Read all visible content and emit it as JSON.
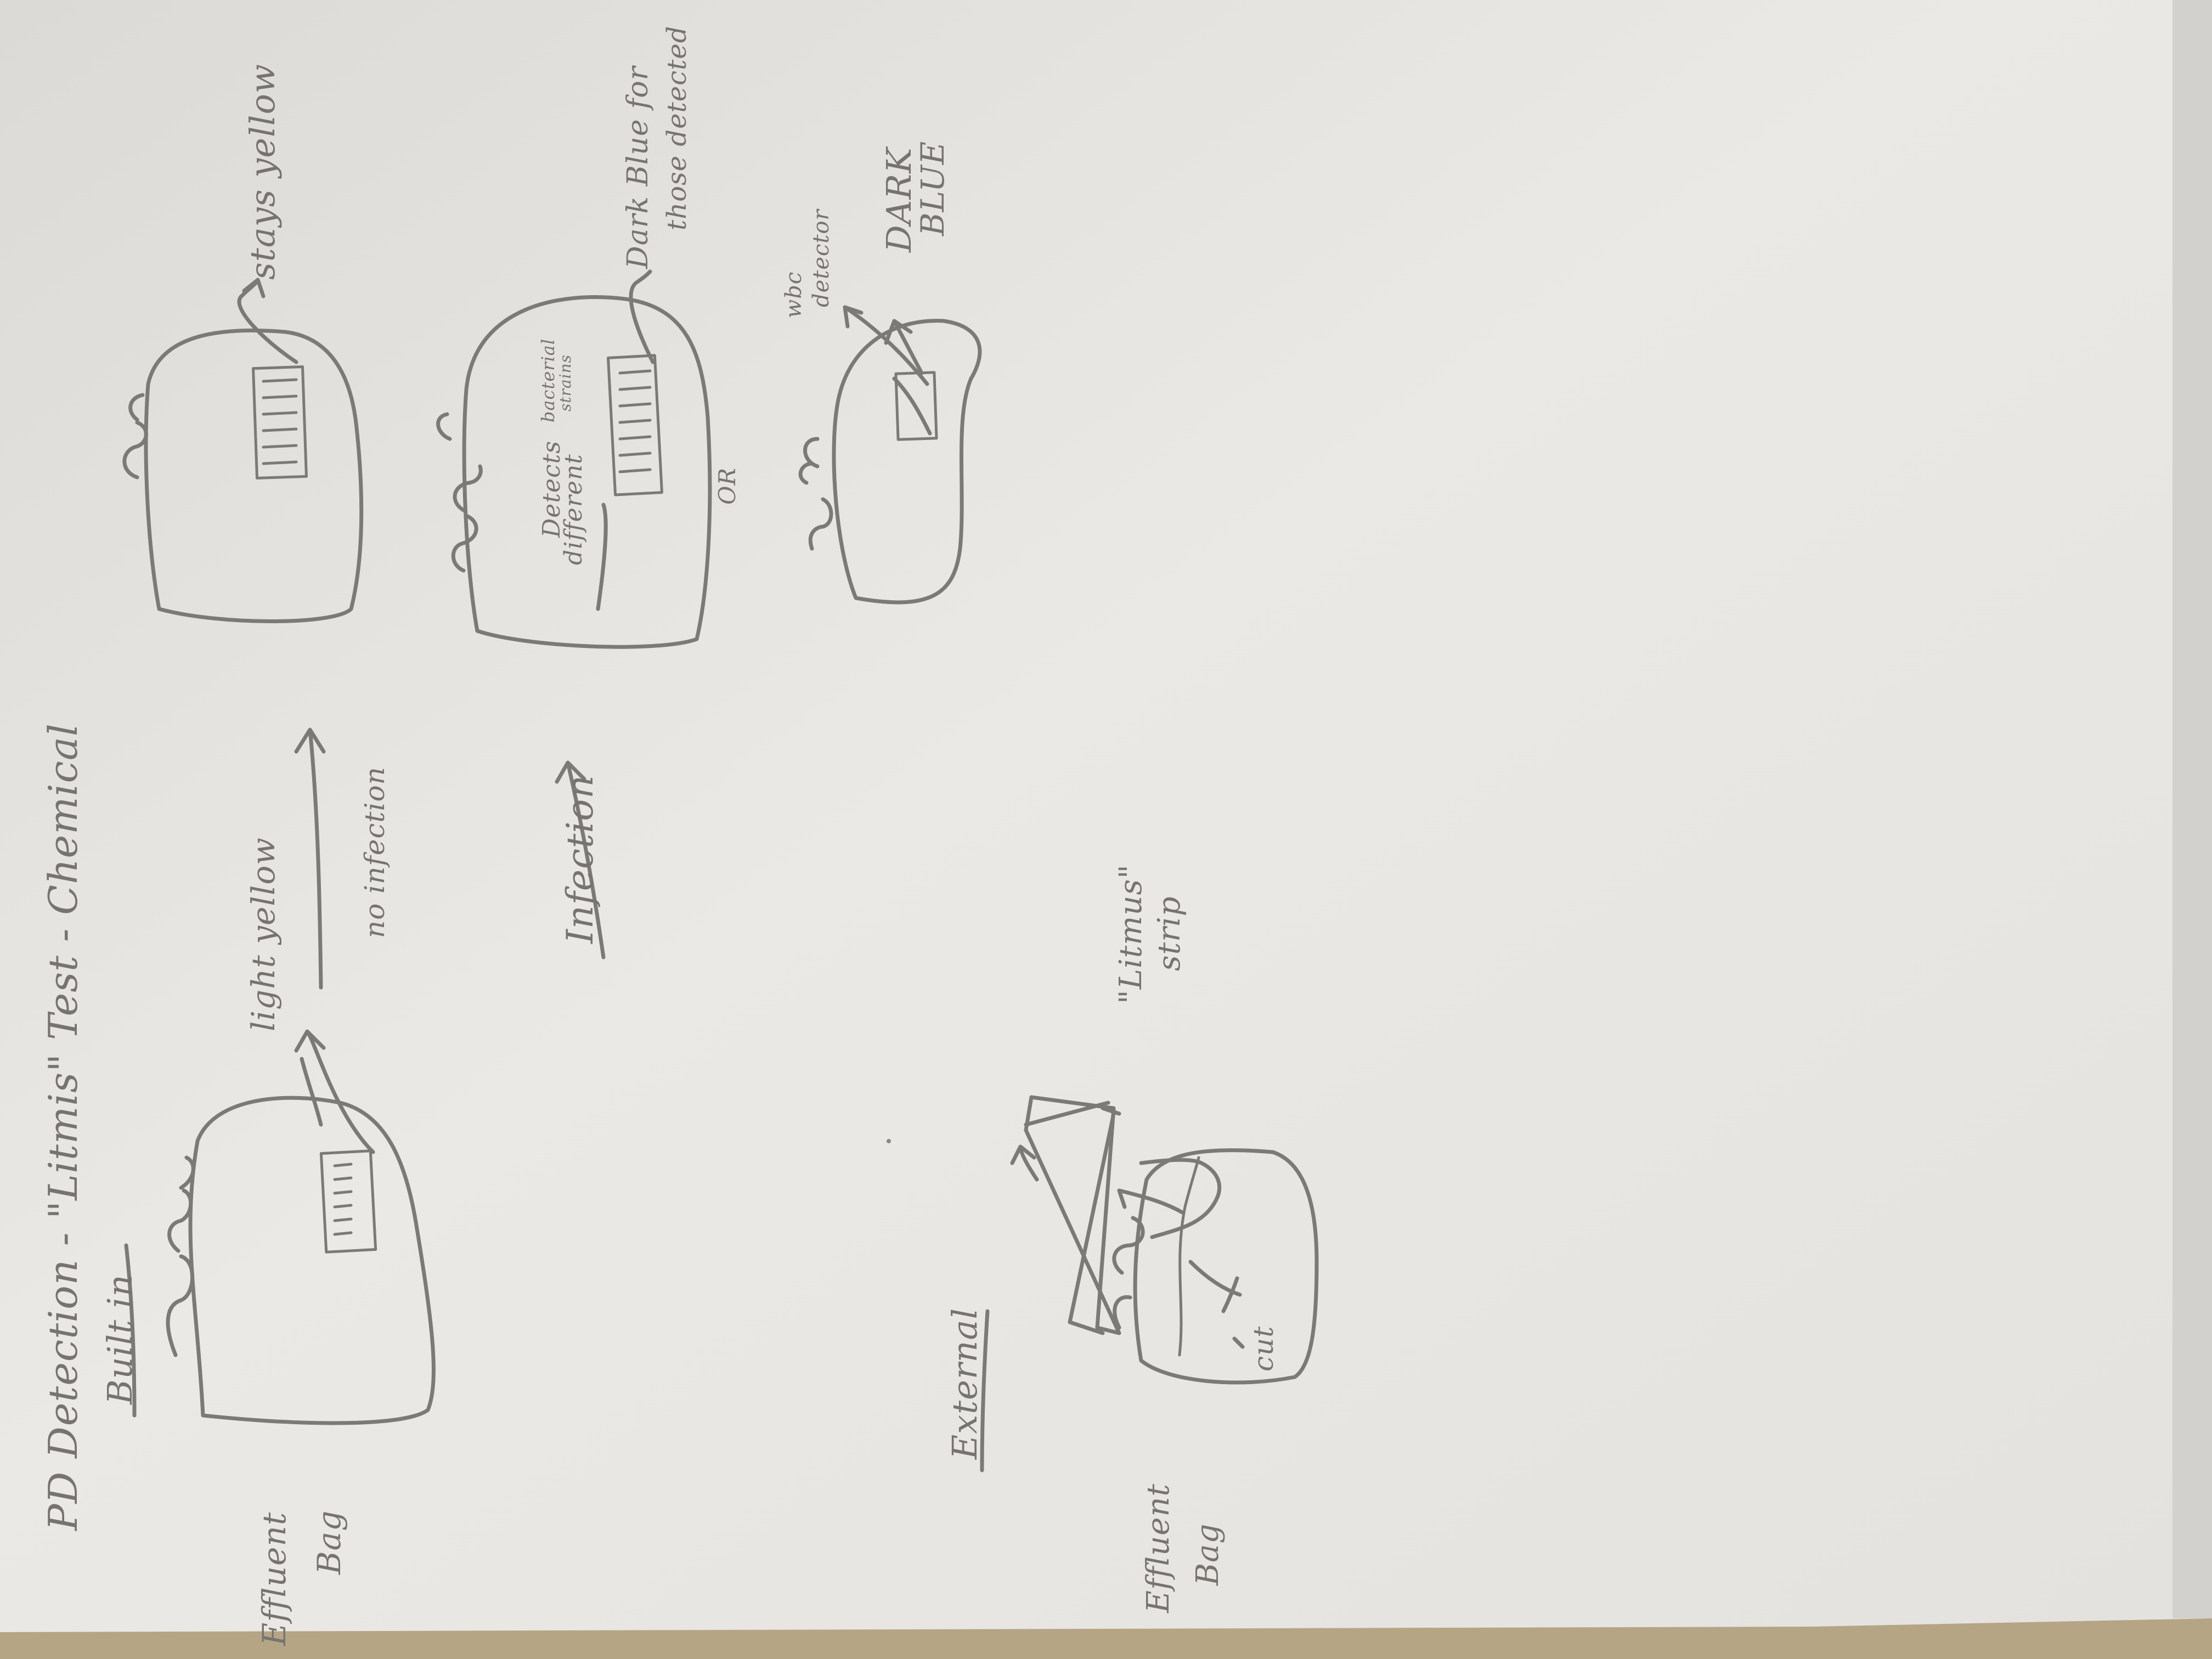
{
  "photo": {
    "colors": {
      "paper": "#e8e6e2",
      "table": "#b5a585",
      "shadow": "#d2d0cc",
      "pencil": "#7c7a76"
    }
  },
  "notes": {
    "title": "PD Detection - \"Litmis\" Test - Chemical",
    "builtin_heading": "Built in",
    "external_heading": "External",
    "effluent_bag_label_1": "Effluent",
    "effluent_bag_label_2": "Bag",
    "light_yellow_label": "light yellow",
    "no_infection_label": "no infection",
    "infection_label": "Infection",
    "stays_yellow_label": "stays yellow",
    "detects_line1": "Detects",
    "detects_line2": "different",
    "detects_line3": "bacterial",
    "detects_line4": "strains",
    "dark_blue_line1": "Dark Blue for",
    "dark_blue_line2": "those detected",
    "or_label": "OR",
    "wbc_line1": "wbc",
    "wbc_line2": "detector",
    "dark_blue_caps_1": "DARK",
    "dark_blue_caps_2": "BLUE",
    "ext_effluent_label_1": "Effluent",
    "ext_effluent_label_2": "Bag",
    "cut_label": "cut",
    "litmus_strip_label_1": "\"Litmus\"",
    "litmus_strip_label_2": "strip"
  }
}
